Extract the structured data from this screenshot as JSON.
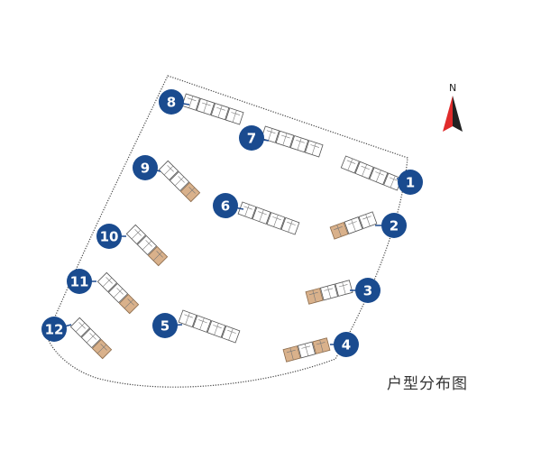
{
  "map": {
    "caption": "户型分布图",
    "north_label": "N",
    "marker_color": "#1a4b8f",
    "highlight_color": "#d9b18b",
    "buildings": [
      {
        "label": "1"
      },
      {
        "label": "2"
      },
      {
        "label": "3"
      },
      {
        "label": "4"
      },
      {
        "label": "5"
      },
      {
        "label": "6"
      },
      {
        "label": "7"
      },
      {
        "label": "8"
      },
      {
        "label": "9"
      },
      {
        "label": "10"
      },
      {
        "label": "11"
      },
      {
        "label": "12"
      }
    ]
  }
}
